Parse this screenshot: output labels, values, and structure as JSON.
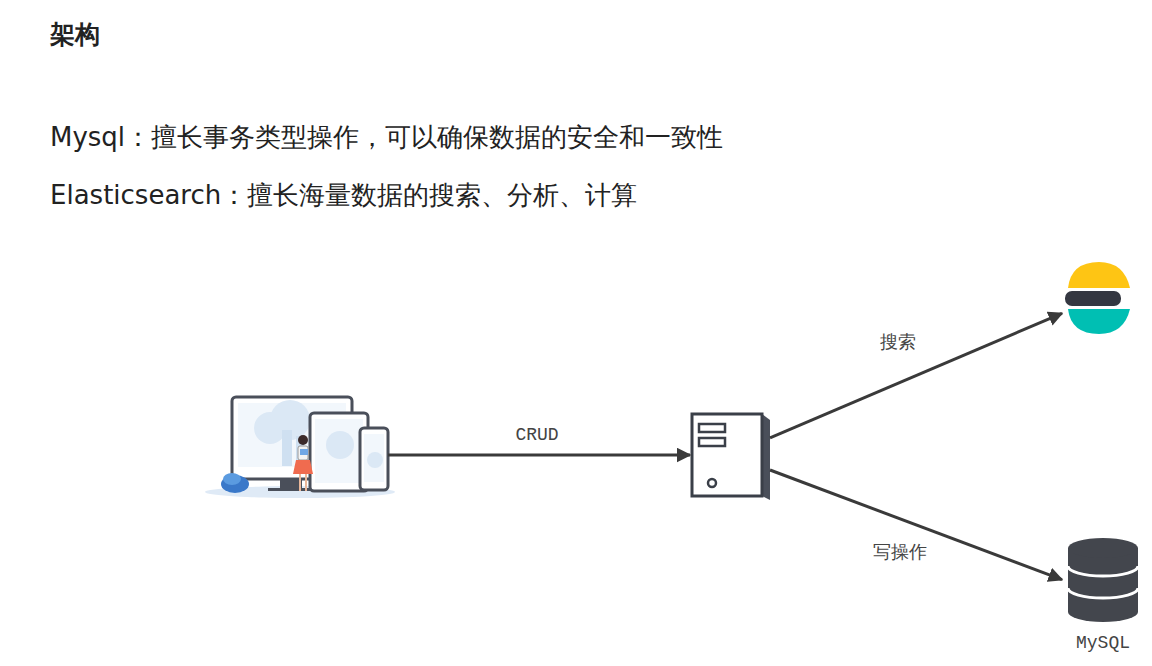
{
  "diagram": {
    "title": "架构",
    "nodes": [
      {
        "text": []
      },
      {
        "text": []
      },
      {
        "text": []
      },
      {
        "text": [
          "MySQL"
        ]
      }
    ],
    "edges": [
      {
        "from": 0,
        "to": 1,
        "label": "CRUD",
        "arrow": "to"
      },
      {
        "from": 1,
        "to": 2,
        "label": "搜索",
        "arrow": "to"
      },
      {
        "from": 1,
        "to": 3,
        "label": "写操作",
        "arrow": "to"
      }
    ],
    "labels": [
      "Mysql：擅长事务类型操作，可以确保数据的安全和一致性",
      "Elasticsearch：擅长海量数据的搜索、分析、计算"
    ]
  }
}
